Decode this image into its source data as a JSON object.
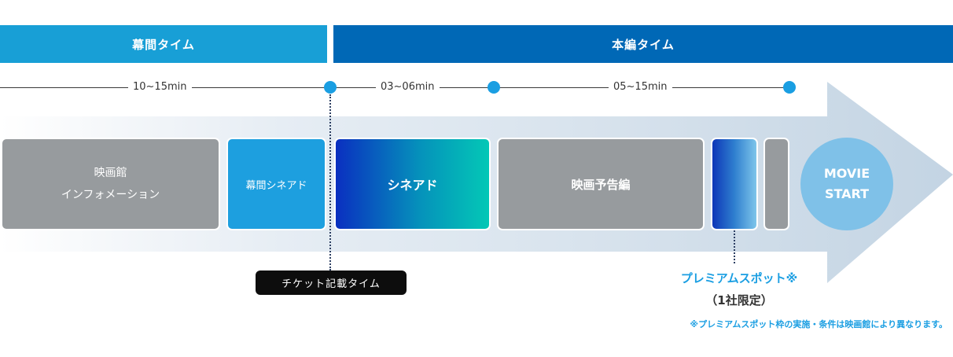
{
  "header": {
    "intermission_label": "幕間タイム",
    "main_label": "本編タイム"
  },
  "timeline": {
    "labels": [
      "10~15min",
      "03~06min",
      "05~15min"
    ]
  },
  "segments": {
    "theater_info_line1": "映画館",
    "theater_info_line2": "インフォメーション",
    "intermission_cinead": "幕間シネアド",
    "cinead": "シネアド",
    "trailers": "映画予告編",
    "movie_start_line1": "MOVIE",
    "movie_start_line2": "START"
  },
  "annotations": {
    "ticket_time": "チケット記載タイム",
    "premium_spot": "プレミアムスポット※",
    "premium_spot_sub": "（1社限定）",
    "note": "※プレミアムスポット枠の実施・条件は映画館により異なります。"
  },
  "colors": {
    "intermission": "#189fd6",
    "main": "#0068b6",
    "gray": "#979b9e",
    "accent": "#1a9ee2",
    "circle": "#7fc1e8"
  }
}
